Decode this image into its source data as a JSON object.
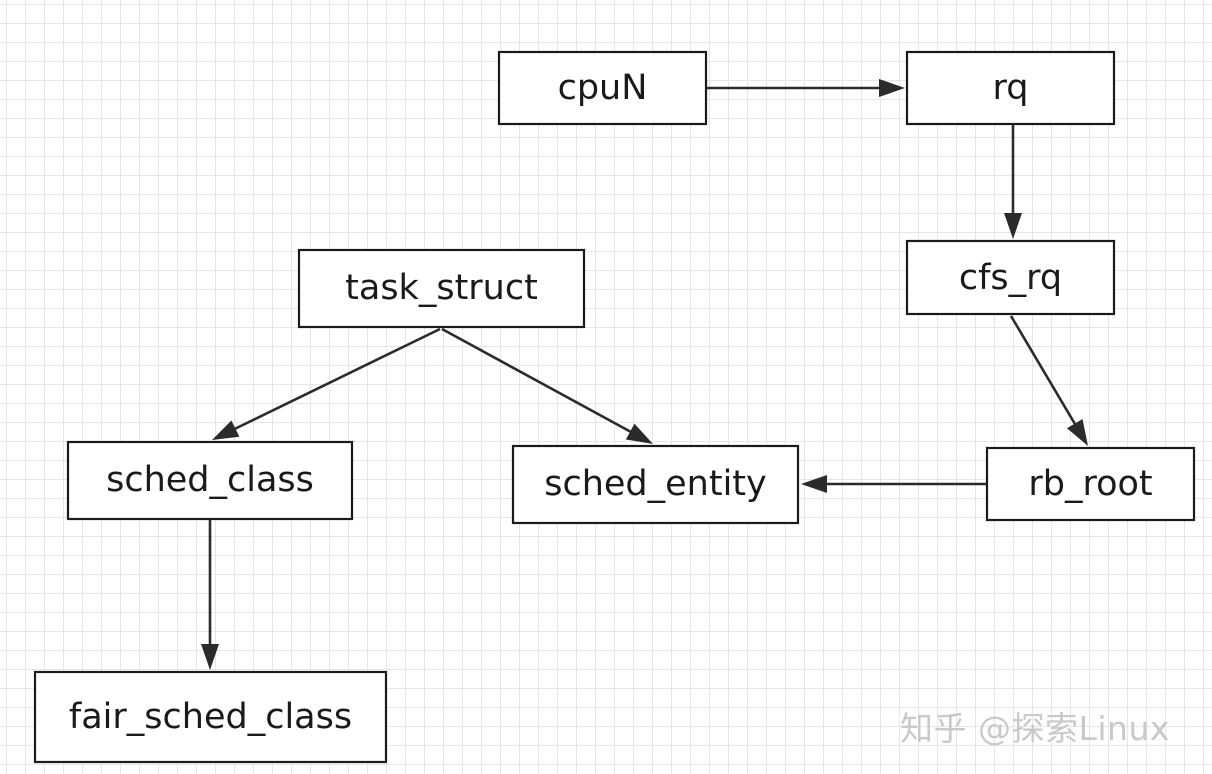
{
  "diagram": {
    "nodes": {
      "cpuN": "cpuN",
      "rq": "rq",
      "cfs_rq": "cfs_rq",
      "rb_root": "rb_root",
      "task_struct": "task_struct",
      "sched_class": "sched_class",
      "sched_entity": "sched_entity",
      "fair_sched_class": "fair_sched_class"
    },
    "edges": [
      {
        "from": "cpuN",
        "to": "rq"
      },
      {
        "from": "rq",
        "to": "cfs_rq"
      },
      {
        "from": "cfs_rq",
        "to": "rb_root"
      },
      {
        "from": "rb_root",
        "to": "sched_entity"
      },
      {
        "from": "task_struct",
        "to": "sched_class"
      },
      {
        "from": "task_struct",
        "to": "sched_entity"
      },
      {
        "from": "sched_class",
        "to": "fair_sched_class"
      }
    ],
    "colors": {
      "background": "#ffffff",
      "grid": "#e6e6e6",
      "stroke": "#1a1a1a",
      "watermark": "#c9c9c9"
    }
  },
  "watermark": {
    "text": "知乎 @探索Linux"
  }
}
